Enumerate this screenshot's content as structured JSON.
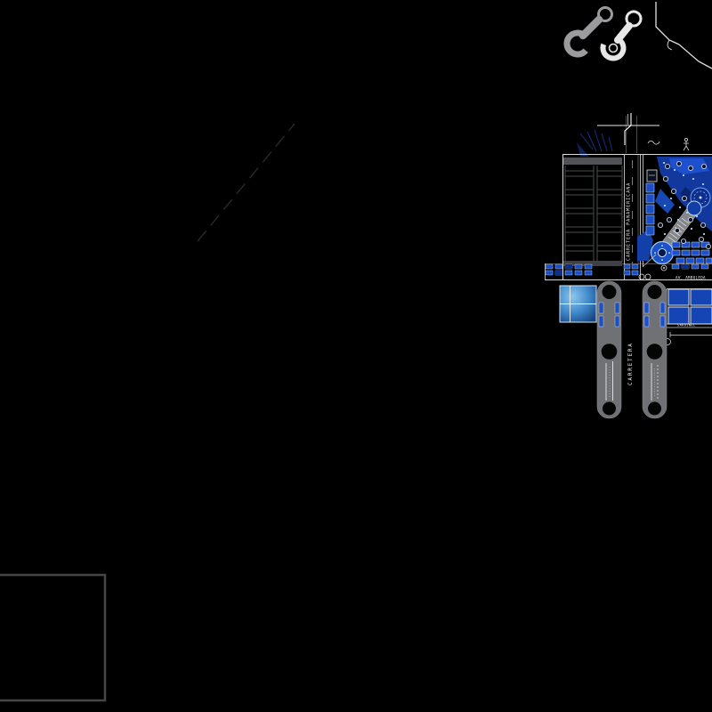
{
  "drawing": {
    "type": "cad-site-plan",
    "background": "#000000"
  },
  "labels": {
    "panamericana": "CARRETERA PANAMERICANA",
    "carretera": "CARRETERA",
    "avenida": "AV. ARBOLEDA",
    "sardinel": "SARDINEL"
  },
  "colors": {
    "background": "#000000",
    "line_white": "#e8e8e8",
    "faint_gray": "#2d2e32",
    "frame_gray": "#45464a",
    "parking_gray": "#4a4b4d",
    "band_gray": "#515256",
    "median_gray": "#707174",
    "blue_primary": "#1c4ec4",
    "blue_deep": "#0e2f8e",
    "blue_mid": "#1544b4",
    "pool_light": "#8cc8ee",
    "pool_dark": "#16427e",
    "dot_blue": "#a8d8f4",
    "sketch_blue": "#14317e"
  }
}
